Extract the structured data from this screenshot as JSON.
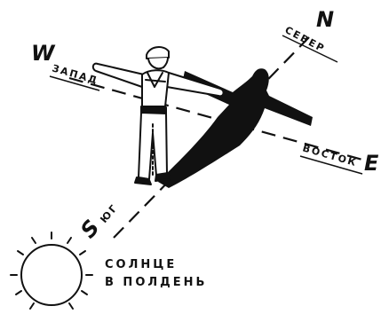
{
  "compass": {
    "north_letter": "N",
    "north_word": "СЕВЕР",
    "west_letter": "W",
    "west_word": "ЗАПАД",
    "east_letter": "E",
    "east_word": "ВОСТОК",
    "south_letter": "S",
    "south_word": "ЮГ"
  },
  "sun": {
    "line1": "СОЛНЦЕ",
    "line2": "В ПОЛДЕНЬ"
  },
  "colors": {
    "ink": "#111111",
    "paper": "#ffffff"
  }
}
